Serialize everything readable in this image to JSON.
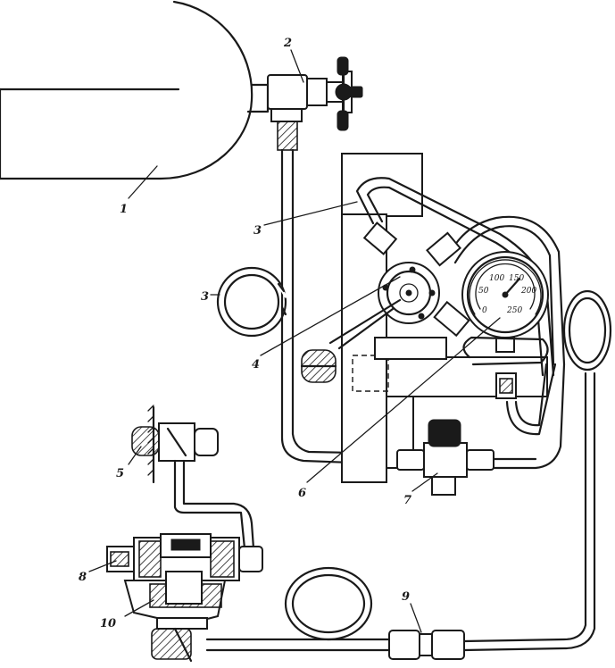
{
  "callouts": {
    "c1": "1",
    "c2": "2",
    "c3a": "3",
    "c3b": "3",
    "c4": "4",
    "c5": "5",
    "c6": "6",
    "c7": "7",
    "c8": "8",
    "c9": "9",
    "c10": "10"
  },
  "gauge": {
    "scale_labels": [
      "0",
      "50",
      "100",
      "150",
      "200",
      "250"
    ]
  }
}
